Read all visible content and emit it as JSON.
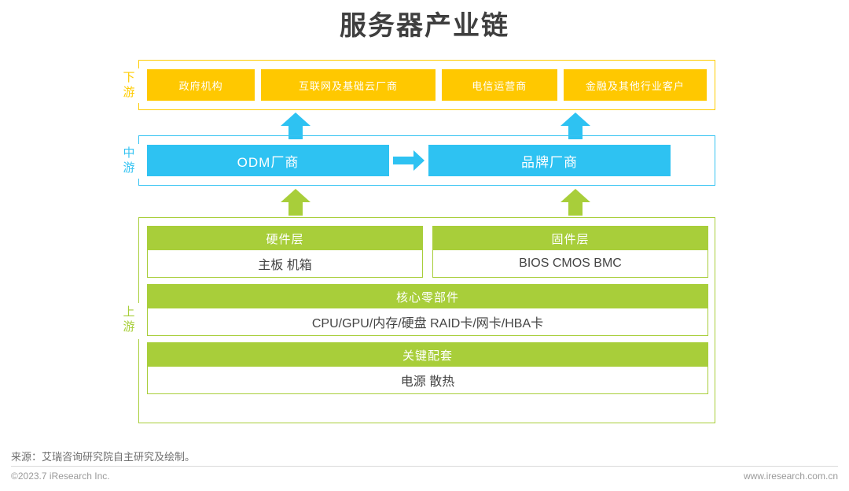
{
  "page": {
    "title": "服务器产业链",
    "bg_color": "#ffffff"
  },
  "colors": {
    "downstream": "#ffcc00",
    "downstream_fill": "#ffc800",
    "midstream": "#35c3f2",
    "midstream_fill": "#2ec2f2",
    "upstream": "#a8ce3a",
    "title_text": "#3f3f3f",
    "body_text": "#444444"
  },
  "downstream": {
    "label_lines": [
      "下",
      "游"
    ],
    "chips": [
      {
        "label": "政府机构"
      },
      {
        "label": "互联网及基础云厂商"
      },
      {
        "label": "电信运营商"
      },
      {
        "label": "金融及其他行业客户"
      }
    ]
  },
  "midstream": {
    "label_lines": [
      "中",
      "游"
    ],
    "left_box": "ODM厂商",
    "arrow_between": "right-arrow",
    "right_box": "品牌厂商"
  },
  "upstream": {
    "label_lines": [
      "上",
      "游"
    ],
    "rows": [
      {
        "cards": [
          {
            "head": "硬件层",
            "body": "主板   机箱",
            "span": "half"
          },
          {
            "head": "固件层",
            "body": "BIOS  CMOS  BMC",
            "span": "half"
          }
        ]
      },
      {
        "cards": [
          {
            "head": "核心零部件",
            "body": "CPU/GPU/内存/硬盘    RAID卡/网卡/HBA卡",
            "span": "full"
          }
        ]
      },
      {
        "cards": [
          {
            "head": "关键配套",
            "body": "电源   散热",
            "span": "full"
          }
        ]
      }
    ]
  },
  "flow_arrows": [
    {
      "name": "arrow-mid-to-downstream-left",
      "color": "#2ec2f2"
    },
    {
      "name": "arrow-mid-to-downstream-right",
      "color": "#2ec2f2"
    },
    {
      "name": "arrow-up-to-mid-left",
      "color": "#a8ce3a"
    },
    {
      "name": "arrow-up-to-mid-right",
      "color": "#a8ce3a"
    }
  ],
  "footer": {
    "source": "来源：艾瑞咨询研究院自主研究及绘制。",
    "copyright": "©2023.7 iResearch Inc.",
    "website": "www.iresearch.com.cn"
  }
}
